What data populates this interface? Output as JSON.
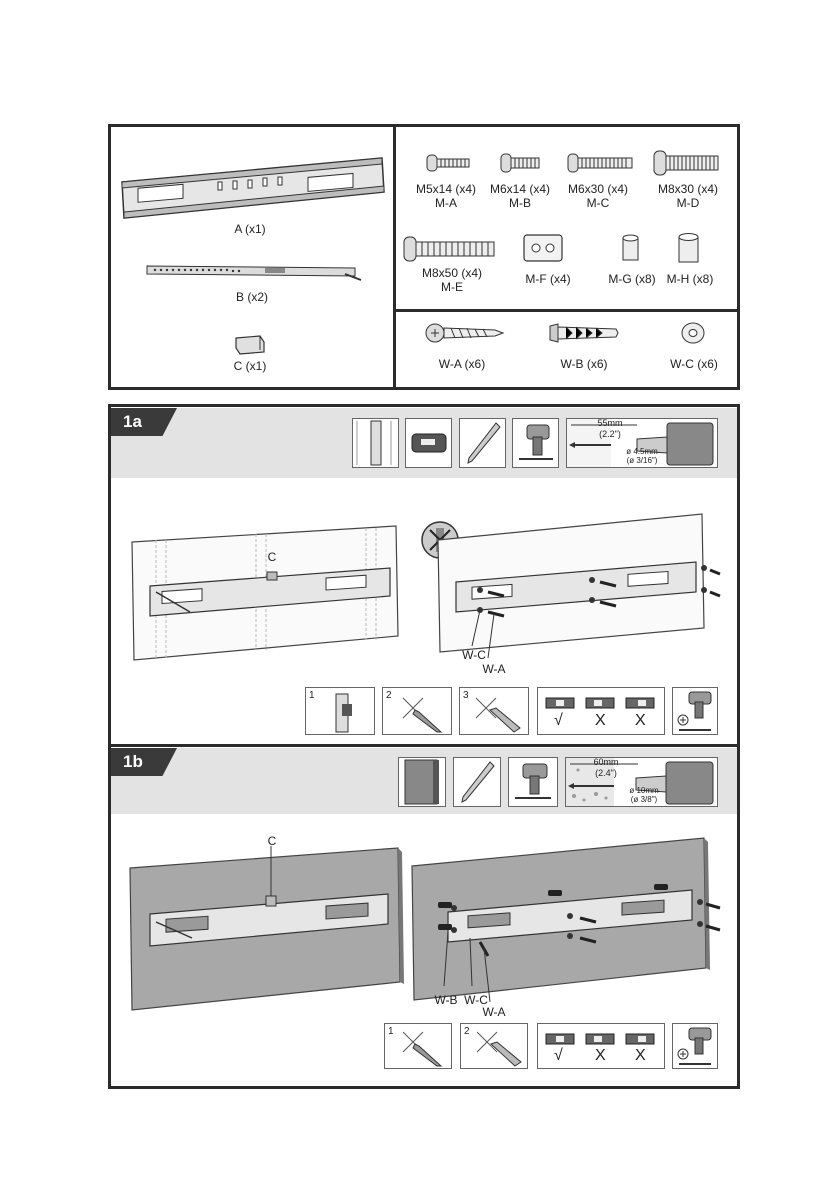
{
  "parts": {
    "a": "A (x1)",
    "b": "B (x2)",
    "c": "C (x1)",
    "ma": {
      "size": "M5x14 (x4)",
      "code": "M-A"
    },
    "mb": {
      "size": "M6x14 (x4)",
      "code": "M-B"
    },
    "mc": {
      "size": "M6x30 (x4)",
      "code": "M-C"
    },
    "md": {
      "size": "M8x30 (x4)",
      "code": "M-D"
    },
    "me": {
      "size": "M8x50 (x4)",
      "code": "M-E"
    },
    "mf": "M-F (x4)",
    "mg": "M-G (x8)",
    "mh": "M-H (x8)",
    "wa": "W-A (x6)",
    "wb": "W-B (x6)",
    "wc": "W-C (x6)"
  },
  "step1a": {
    "tab": "1a",
    "depth": "55mm",
    "depth_in": "(2.2\")",
    "drill": "ø 4.5mm",
    "drill_in": "(ø 3/16\")",
    "c_label": "C",
    "wc_label": "W-C",
    "wa_label": "W-A",
    "sub": [
      "1",
      "2",
      "3"
    ],
    "check": "√",
    "cross": "X"
  },
  "step1b": {
    "tab": "1b",
    "depth": "60mm",
    "depth_in": "(2.4\")",
    "drill": "ø 10mm",
    "drill_in": "(ø 3/8\")",
    "c_label": "C",
    "wb_label": "W-B",
    "wc_label": "W-C",
    "wa_label": "W-A",
    "sub": [
      "1",
      "2"
    ],
    "check": "√",
    "cross": "X"
  }
}
